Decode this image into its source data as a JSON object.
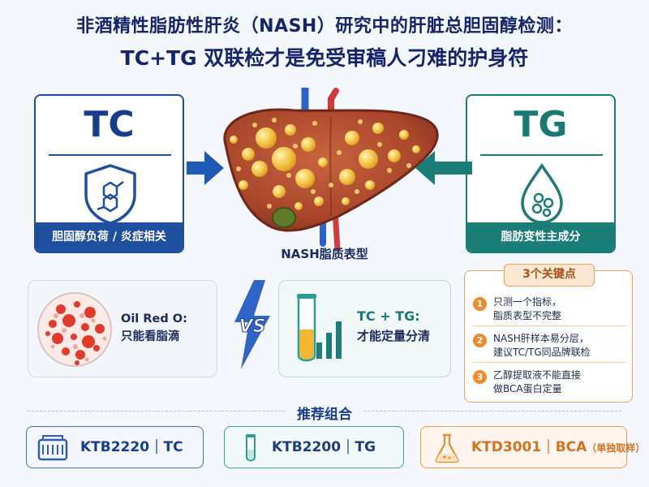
{
  "title": {
    "line1": "非酒精性脂肪性肝炎（NASH）研究中的肝脏总胆固醇检测：",
    "line2": "TC+TG 双联检才是免受审稿人刁难的护身符"
  },
  "tc_card": {
    "label": "TC",
    "footer": "胆固醇负荷 / 炎症相关",
    "icon": "molecule-shield-icon",
    "color": "#1f4f9f"
  },
  "tg_card": {
    "label": "TG",
    "footer": "脂肪变性主成分",
    "icon": "lipid-droplet-icon",
    "color": "#1a7d78"
  },
  "liver": {
    "caption": "NASH脂质表型",
    "icon": "fatty-liver-icon"
  },
  "oil_red": {
    "line1": "Oil Red O:",
    "line2": "只能看脂滴"
  },
  "vs": "VS",
  "tctg": {
    "line1": "TC + TG:",
    "line2": "才能定量分清"
  },
  "key_points": {
    "title": "3个关键点",
    "items": [
      {
        "num": "1",
        "line1": "只测一个指标，",
        "line2": "脂质表型不完整"
      },
      {
        "num": "2",
        "line1": "NASH肝样本易分层，",
        "line2": "建议TC/TG同品牌联检"
      },
      {
        "num": "3",
        "line1": "乙醇提取液不能直接",
        "line2": "做BCA蛋白定量"
      }
    ]
  },
  "recommended": {
    "title": "推荐组合",
    "kits": [
      {
        "code": "KTB2220",
        "target": "TC",
        "note": "",
        "icon": "kit-box-icon"
      },
      {
        "code": "KTB2200",
        "target": "TG",
        "note": "",
        "icon": "test-tube-icon"
      },
      {
        "code": "KTD3001",
        "target": "BCA",
        "note": "（单独取样）",
        "icon": "flask-icon"
      }
    ]
  },
  "colors": {
    "navy": "#14256b",
    "teal": "#1a7a73",
    "orange": "#ef8a2c"
  }
}
